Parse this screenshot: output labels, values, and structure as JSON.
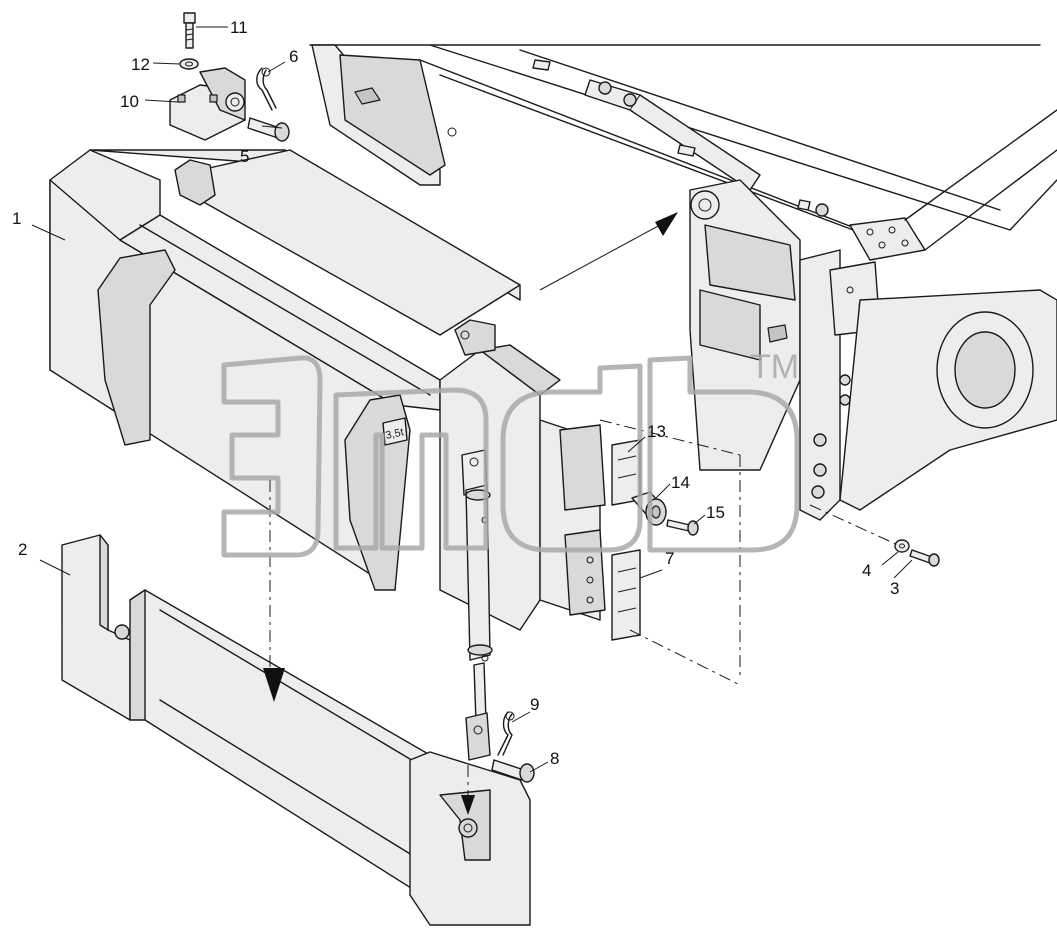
{
  "diagram": {
    "callouts": [
      {
        "id": "c1",
        "label": "1"
      },
      {
        "id": "c2",
        "label": "2"
      },
      {
        "id": "c3",
        "label": "3"
      },
      {
        "id": "c4",
        "label": "4"
      },
      {
        "id": "c5",
        "label": "5"
      },
      {
        "id": "c6",
        "label": "6"
      },
      {
        "id": "c7",
        "label": "7"
      },
      {
        "id": "c8",
        "label": "8"
      },
      {
        "id": "c9",
        "label": "9"
      },
      {
        "id": "c10",
        "label": "10"
      },
      {
        "id": "c11",
        "label": "11"
      },
      {
        "id": "c12",
        "label": "12"
      },
      {
        "id": "c13",
        "label": "13"
      },
      {
        "id": "c14",
        "label": "14"
      },
      {
        "id": "c15",
        "label": "15"
      }
    ],
    "weight_tag": "3,5t",
    "watermark": {
      "mark": "TM"
    }
  }
}
